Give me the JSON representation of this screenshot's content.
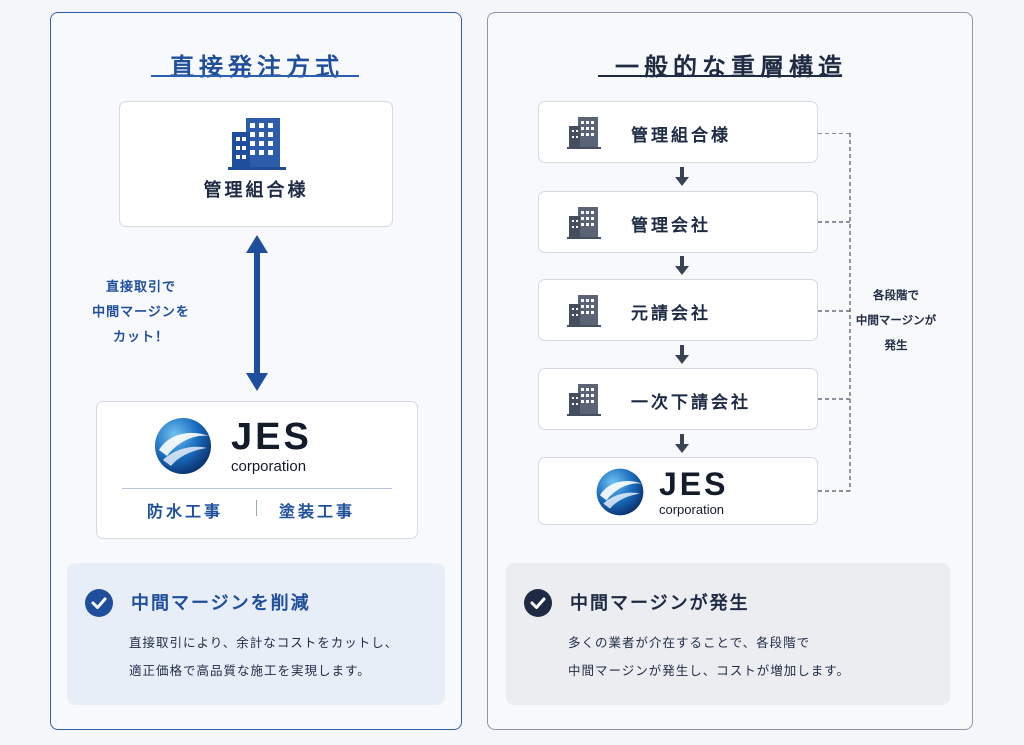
{
  "left": {
    "title": "直接発注方式",
    "client_label": "管理組合様",
    "arrow_note": [
      "直接取引で",
      "中間マージンを",
      "カット！"
    ],
    "company": {
      "name": "JES",
      "sub": "corporation"
    },
    "services": [
      "防水工事",
      "塗装工事"
    ],
    "info": {
      "heading": "中間マージンを削減",
      "lines": [
        "直接取引により、余計なコストをカットし、",
        "適正価格で高品質な施工を実現します。"
      ]
    }
  },
  "right": {
    "title": "一般的な重層構造",
    "chain": [
      "管理組合様",
      "管理会社",
      "元請会社",
      "一次下請会社"
    ],
    "company": {
      "name": "JES",
      "sub": "corporation"
    },
    "note": [
      "各段階で",
      "中間マージンが",
      "発生"
    ],
    "info": {
      "heading": "中間マージンが発生",
      "lines": [
        "多くの業者が介在することで、各段階で",
        "中間マージンが発生し、コストが増加します。"
      ]
    }
  },
  "colors": {
    "accent_blue": "#1f4f9c",
    "navy": "#1f2b44",
    "gray_border": "#8d97a6"
  }
}
